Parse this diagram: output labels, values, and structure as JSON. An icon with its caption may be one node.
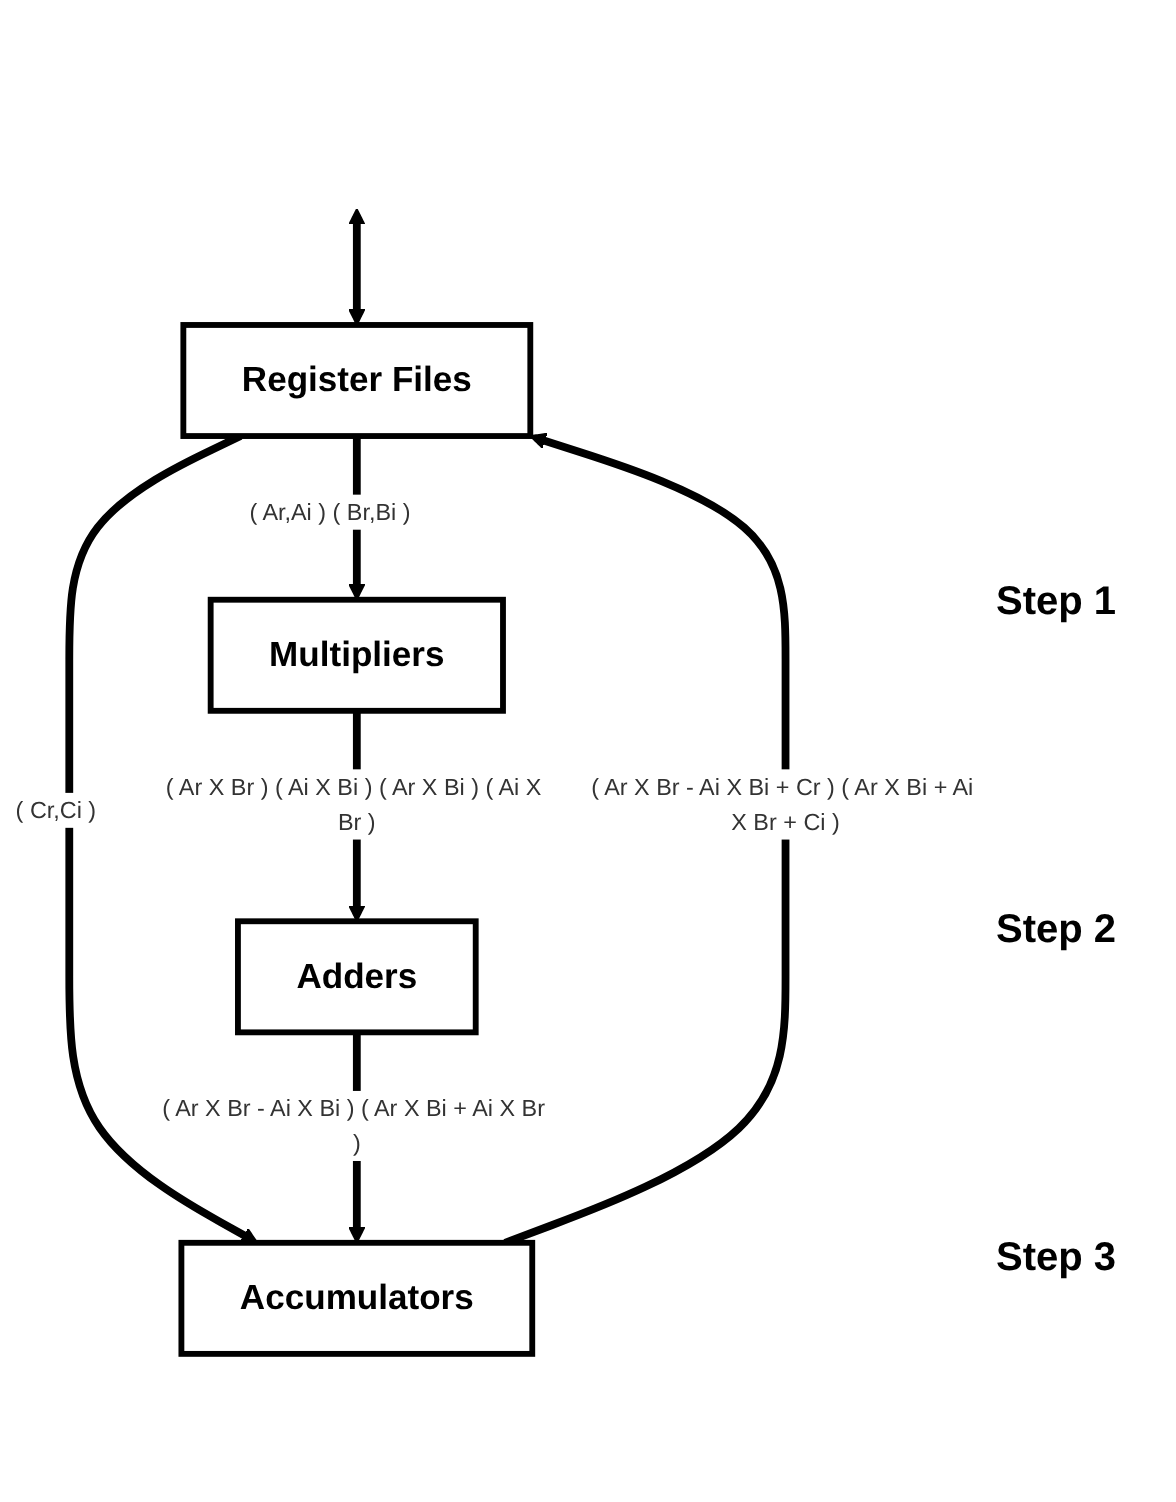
{
  "diagram": {
    "nodes": [
      {
        "text": [
          "Register Files"
        ]
      },
      {
        "text": [
          "Multipliers"
        ]
      },
      {
        "text": [
          "Adders"
        ]
      },
      {
        "text": [
          "Accumulators"
        ]
      }
    ],
    "edges": [
      {
        "from": null,
        "to": 0,
        "arrow": "both"
      },
      {
        "from": 0,
        "to": 1,
        "arrow": "to",
        "label": "( Ar,Ai ) ( Br,Bi )"
      },
      {
        "from": 0,
        "to": 3,
        "arrow": "to",
        "label": "( Cr,Ci )"
      },
      {
        "from": 1,
        "to": 2,
        "arrow": "to",
        "label": "( Ar X Br ) ( Ai X Bi ) ( Ar X Bi ) ( Ai X Br )"
      },
      {
        "from": 2,
        "to": 3,
        "arrow": "to",
        "label": "( Ar X Br - Ai X Bi ) ( Ar X Bi + Ai X Br )"
      },
      {
        "from": 3,
        "to": 0,
        "arrow": "to",
        "label": "( Ar X Br - Ai X Bi + Cr ) ( Ar X Bi + Ai X Br + Ci )"
      }
    ],
    "labels": [
      "Step 1",
      "Step 2",
      "Step 3"
    ]
  }
}
